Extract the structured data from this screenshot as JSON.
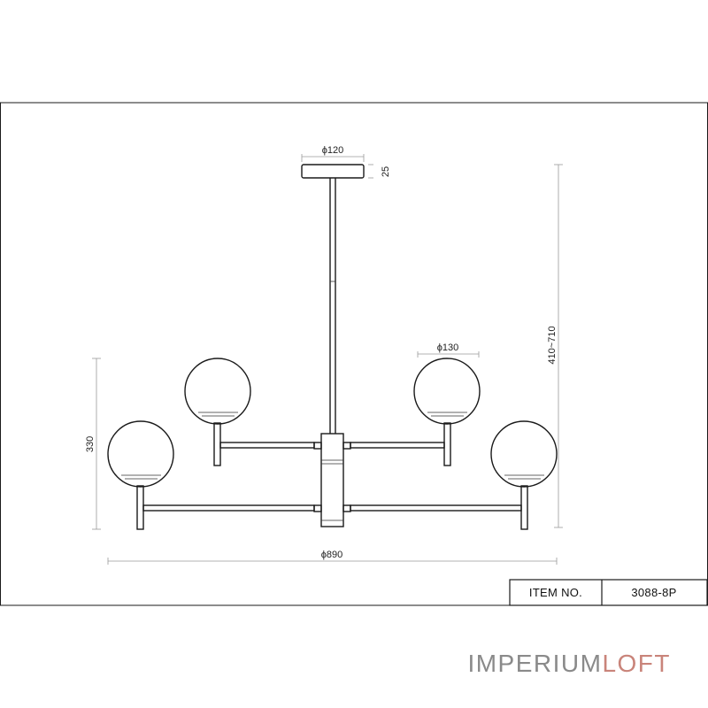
{
  "dimensions": {
    "canopy_diameter": "ϕ120",
    "canopy_height": "25",
    "overall_height": "410~710",
    "shade_diameter": "ϕ130",
    "arm_height": "330",
    "overall_diameter": "ϕ890"
  },
  "title_block": {
    "item_label": "ITEM NO.",
    "item_value": "3088-8P"
  },
  "brand": {
    "part1": "IMPERIUM",
    "part2": "LOFT",
    "color_part1": "#8a8a8a",
    "color_part2": "#c9847a"
  },
  "line_color": "#1a1a1a",
  "dimension_color": "#9a9a9a"
}
